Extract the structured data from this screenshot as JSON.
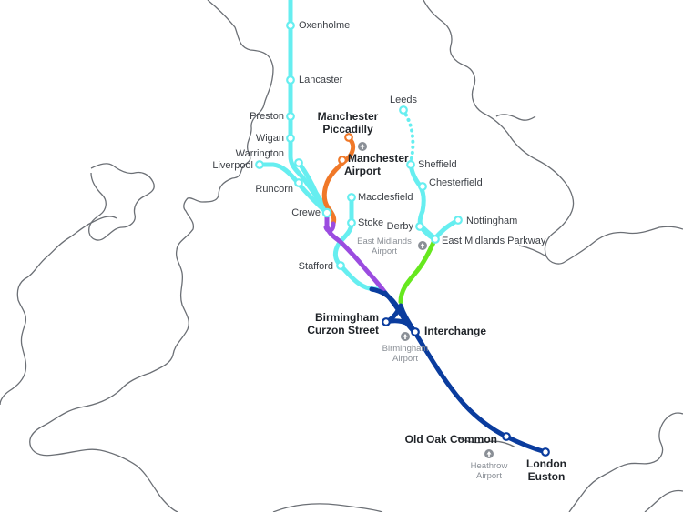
{
  "title": "HS2 route map",
  "colors": {
    "coast": "#6b6f75",
    "classic_line": "#66eef0",
    "phase1": "#0a3c9e",
    "phase2a": "#9b4ce0",
    "phase2b_west": "#f07828",
    "phase2b_east": "#66e81e",
    "airport_icon": "#8a8f96"
  },
  "stations": {
    "oxenholme": "Oxenholme",
    "lancaster": "Lancaster",
    "preston": "Preston",
    "wigan": "Wigan",
    "warrington": "Warrington",
    "liverpool": "Liverpool",
    "runcorn": "Runcorn",
    "crewe": "Crewe",
    "manchester_piccadilly": [
      "Manchester",
      "Piccadilly"
    ],
    "manchester_airport": [
      "Manchester",
      "Airport"
    ],
    "macclesfield": "Macclesfield",
    "stoke": "Stoke",
    "stafford": "Stafford",
    "leeds": "Leeds",
    "sheffield": "Sheffield",
    "chesterfield": "Chesterfield",
    "derby": "Derby",
    "nottingham": "Nottingham",
    "east_midlands_parkway": "East Midlands Parkway",
    "birmingham_curzon_street": [
      "Birmingham",
      "Curzon Street"
    ],
    "interchange": "Interchange",
    "old_oak_common": "Old Oak Common",
    "london_euston": [
      "London",
      "Euston"
    ]
  },
  "airports": {
    "east_midlands": [
      "East Midlands",
      "Airport"
    ],
    "birmingham": [
      "Birmingham",
      "Airport"
    ],
    "heathrow": [
      "Heathrow",
      "Airport"
    ]
  }
}
